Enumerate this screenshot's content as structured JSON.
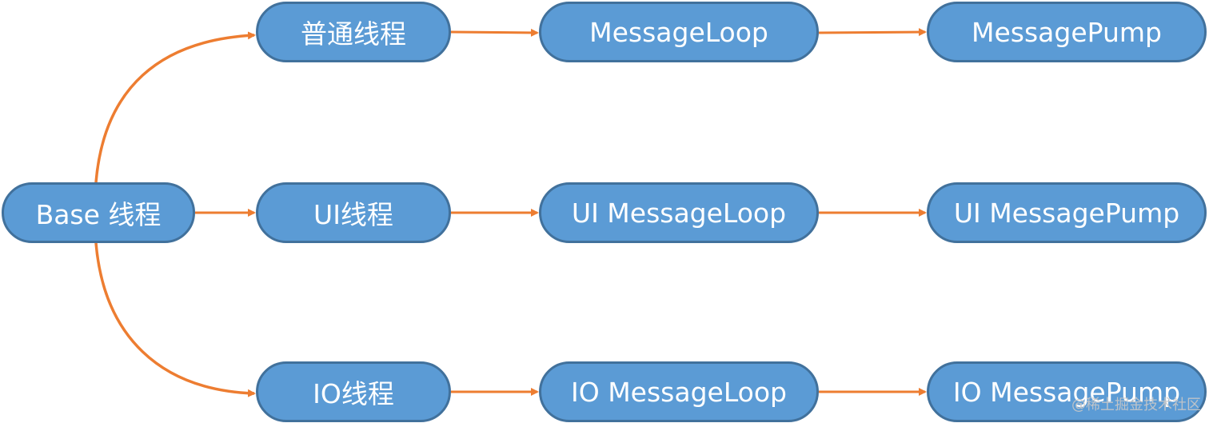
{
  "nodes": {
    "base": "Base 线程",
    "normal_thread": "普通线程",
    "normal_loop": "MessageLoop",
    "normal_pump": "MessagePump",
    "ui_thread": "UI线程",
    "ui_loop": "UI MessageLoop",
    "ui_pump": "UI MessagePump",
    "io_thread": "IO线程",
    "io_loop": "IO MessageLoop",
    "io_pump": "IO MessagePump"
  },
  "watermark": "@稀土掘金技术社区",
  "colors": {
    "node_fill": "#5b9bd5",
    "node_border": "#41719c",
    "arrow": "#ed7d31"
  }
}
